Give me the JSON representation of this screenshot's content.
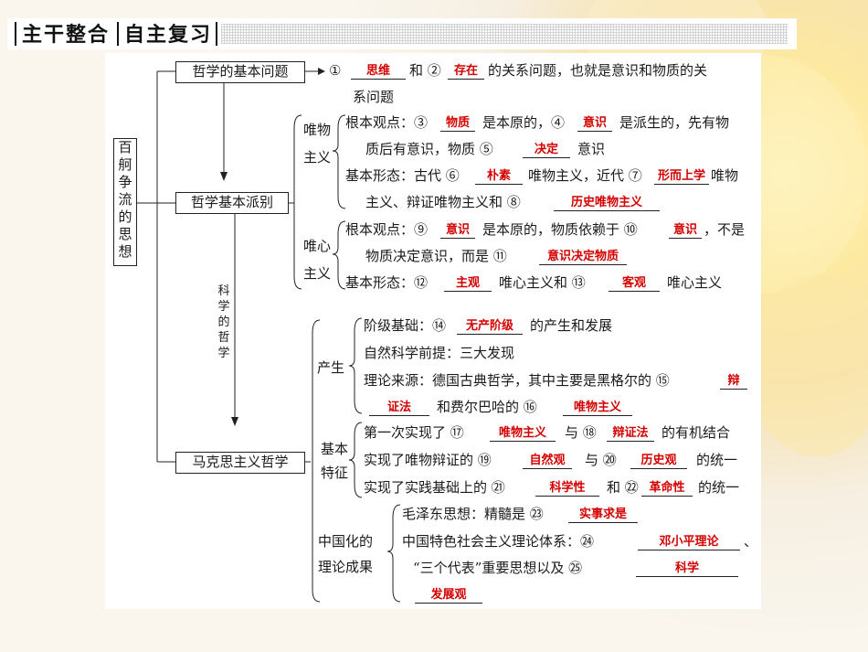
{
  "header": {
    "tab1": "主干整合",
    "tab2": "自主复习"
  },
  "root": "百舸争流的思想",
  "branches": {
    "b1": "哲学的基本问题",
    "b2": "哲学基本派别",
    "b3": "马克思主义哲学"
  },
  "arrow_label": "科学的哲学",
  "b1_text": {
    "p1": "① ",
    "p2": "和 ②",
    "p3": "的关系问题，也就是意识和物质的关",
    "p4": "系问题"
  },
  "b1_ans": {
    "a1": "思维",
    "a2": "存在"
  },
  "materialism": {
    "label": "唯物主义",
    "l1a": "根本观点：③",
    "l1b": "是本原的，④",
    "l1c": "是派生的，先有物",
    "l2a": "质后有意识，物质 ⑤",
    "l2b": "意识",
    "l3a": "基本形态：古代 ⑥",
    "l3b": "唯物主义，近代 ⑦",
    "l3c": "唯物",
    "l4a": "主义、辩证唯物主义和 ⑧",
    "ans": {
      "a3": "物质",
      "a4": "意识",
      "a5": "决定",
      "a6": "朴素",
      "a7": "形而上学",
      "a8": "历史唯物主义"
    }
  },
  "idealism": {
    "label": "唯心主义",
    "l1a": "根本观点：⑨",
    "l1b": "是本原的，物质依赖于 ⑩",
    "l1c": "，不是",
    "l2a": "物质决定意识，而是 ⑪",
    "l3a": "基本形态：⑫",
    "l3b": "唯心主义和 ⑬",
    "l3c": "唯心主义",
    "ans": {
      "a9": "意识",
      "a10": "意识",
      "a11": "意识决定物质",
      "a12": "主观",
      "a13": "客观"
    }
  },
  "origin": {
    "label": "产生",
    "l1a": "阶级基础：⑭",
    "l1b": "的产生和发展",
    "l2": "自然科学前提：三大发现",
    "l3a": "理论来源：德国古典哲学，其中主要是黑格尔的 ⑮",
    "l4b": "和费尔巴哈的 ⑯",
    "ans": {
      "a14": "无产阶级",
      "a15a": "辩",
      "a15b": "证法",
      "a16": "唯物主义"
    }
  },
  "features": {
    "label": "基本特征",
    "l1a": "第一次实现了 ⑰",
    "l1b": "与 ⑱",
    "l1c": "的有机结合",
    "l2a": "实现了唯物辩证的 ⑲",
    "l2b": "与 ⑳",
    "l2c": "的统一",
    "l3a": "实现了实践基础上的 ㉑",
    "l3b": "和 ㉒",
    "l3c": "的统一",
    "ans": {
      "a17": "唯物主义",
      "a18": "辩证法",
      "a19": "自然观",
      "a20": "历史观",
      "a21": "科学性",
      "a22": "革命性"
    }
  },
  "china": {
    "label1": "中国化的",
    "label2": "理论成果",
    "l1a": "毛泽东思想：精髓是 ㉓",
    "l2a": "中国特色社会主义理论体系：㉔",
    "l2b": "、",
    "l3a": "“三个代表”重要思想以及 ㉕",
    "ans": {
      "a23": "实事求是",
      "a24": "邓小平理论",
      "a25a": "科学",
      "a25b": "发展观"
    }
  }
}
